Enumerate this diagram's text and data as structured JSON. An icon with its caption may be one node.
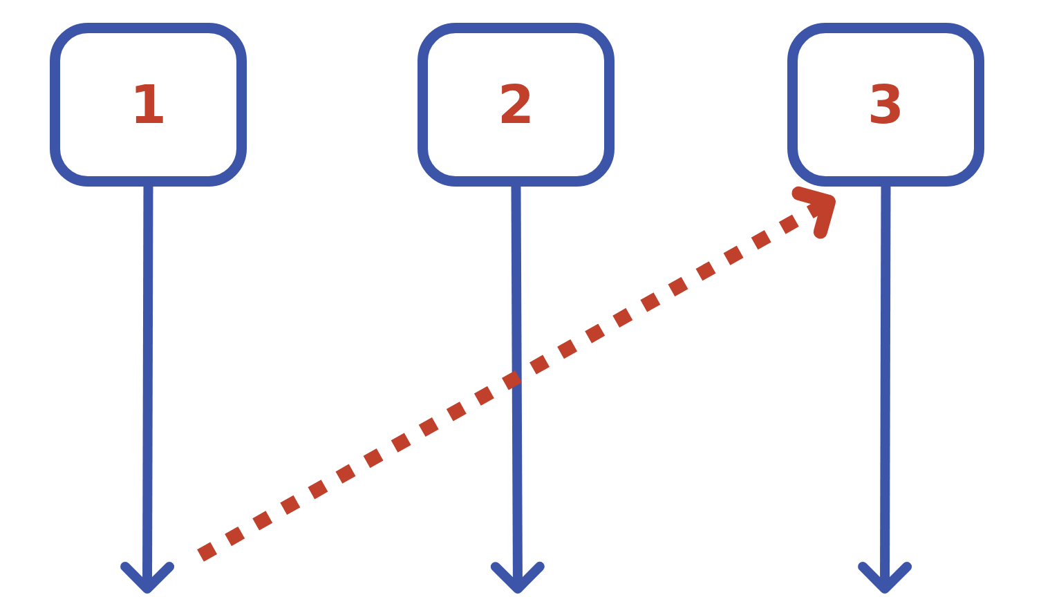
{
  "diagram": {
    "nodes": [
      {
        "text": [
          "1"
        ]
      },
      {
        "text": [
          "2"
        ]
      },
      {
        "text": [
          "3"
        ]
      }
    ],
    "edges": [
      {
        "from": 0,
        "to": null,
        "arrow": "to"
      },
      {
        "from": 1,
        "to": null,
        "arrow": "to"
      },
      {
        "from": 2,
        "to": null,
        "arrow": "to"
      },
      {
        "from": null,
        "to": 2,
        "arrow": "to",
        "style": "dashed",
        "color": "#c0402b"
      }
    ]
  }
}
